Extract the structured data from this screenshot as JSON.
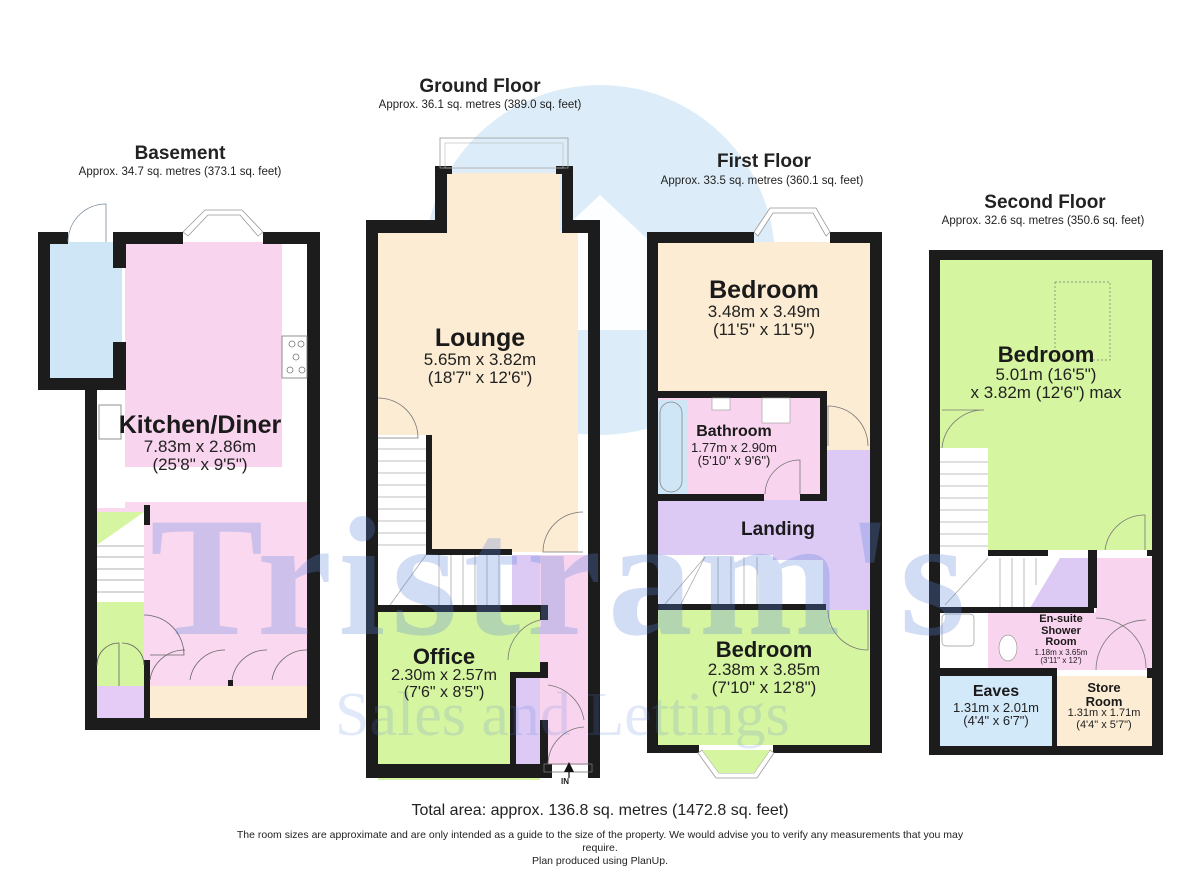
{
  "floors": {
    "basement": {
      "title": "Basement",
      "area": "Approx. 34.7 sq. metres (373.1 sq. feet)",
      "rooms": [
        {
          "name": "Kitchen/Diner",
          "dim_metric": "7.83m x 2.86m",
          "dim_imperial": "(25'8\" x 9'5\")"
        }
      ]
    },
    "ground": {
      "title": "Ground Floor",
      "area": "Approx. 36.1 sq. metres (389.0 sq. feet)",
      "rooms": [
        {
          "name": "Lounge",
          "dim_metric": "5.65m x 3.82m",
          "dim_imperial": "(18'7\" x 12'6\")"
        },
        {
          "name": "Office",
          "dim_metric": "2.30m x 2.57m",
          "dim_imperial": "(7'6\" x 8'5\")"
        }
      ],
      "entrance_label": "IN"
    },
    "first": {
      "title": "First Floor",
      "area": "Approx. 33.5 sq. metres (360.1 sq. feet)",
      "rooms": [
        {
          "name": "Bedroom",
          "dim_metric": "3.48m x 3.49m",
          "dim_imperial": "(11'5\" x 11'5\")"
        },
        {
          "name": "Bathroom",
          "dim_metric": "1.77m x 2.90m",
          "dim_imperial": "(5'10\" x 9'6\")"
        },
        {
          "name": "Landing"
        },
        {
          "name": "Bedroom",
          "dim_metric": "2.38m x 3.85m",
          "dim_imperial": "(7'10\" x 12'8\")"
        }
      ]
    },
    "second": {
      "title": "Second Floor",
      "area": "Approx. 32.6 sq. metres (350.6 sq. feet)",
      "rooms": [
        {
          "name": "Bedroom",
          "dim_line1": "5.01m (16'5\")",
          "dim_line2": "x 3.82m (12'6\") max"
        },
        {
          "name_line1": "En-suite",
          "name_line2": "Shower",
          "name_line3": "Room",
          "dim_metric": "1.18m x 3.65m",
          "dim_imperial": "(3'11\" x 12')"
        },
        {
          "name": "Eaves",
          "dim_metric": "1.31m x 2.01m",
          "dim_imperial": "(4'4\" x 6'7\")"
        },
        {
          "name_line1": "Store",
          "name_line2": "Room",
          "dim_metric": "1.31m x 1.71m",
          "dim_imperial": "(4'4\" x 5'7\")"
        }
      ]
    }
  },
  "footer": {
    "total_area": "Total area: approx. 136.8 sq. metres (1472.8 sq. feet)",
    "disclaimer_line1": "The room sizes are approximate and are only intended as a guide to the size of the property. We would advise you to verify any measurements that you may",
    "disclaimer_line2": "require.",
    "credit": "Plan produced using PlanUp."
  },
  "watermark": {
    "brand": "Tristram's",
    "tagline": "Sales and Lettings"
  },
  "colors": {
    "wall": "#1c1c1c",
    "kitchen_pink": "#f9d4ee",
    "lounge_cream": "#fcecd3",
    "office_green": "#d6f5a0",
    "landing_lilac": "#dccaf5",
    "porch_blue": "#cfe6f6",
    "watermark_blue": "#5a82dc"
  }
}
